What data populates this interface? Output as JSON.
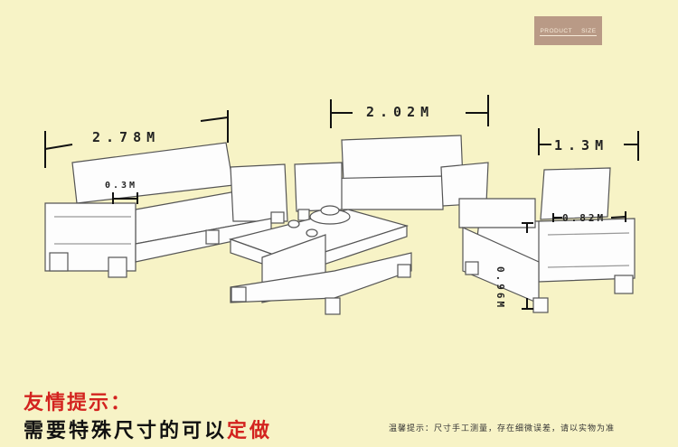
{
  "badge": {
    "left": "PRODUCT",
    "right": "SIZE"
  },
  "dimensions": {
    "three_seat_length": "2.78M",
    "three_seat_armrest": "0.3M",
    "two_seat_length": "2.02M",
    "single_length": "1.3M",
    "single_depth": "0.82M",
    "single_height": "0.96M"
  },
  "tip": {
    "title": "友情提示：",
    "body_prefix": "需要特殊尺寸的可以",
    "body_highlight": "定做",
    "note": "温馨提示：尺寸手工测量，存在细微误差，请以实物为准"
  },
  "colors": {
    "background": "#f7f3c6",
    "accent_red": "#d3231f",
    "badge": "#b99a86"
  }
}
